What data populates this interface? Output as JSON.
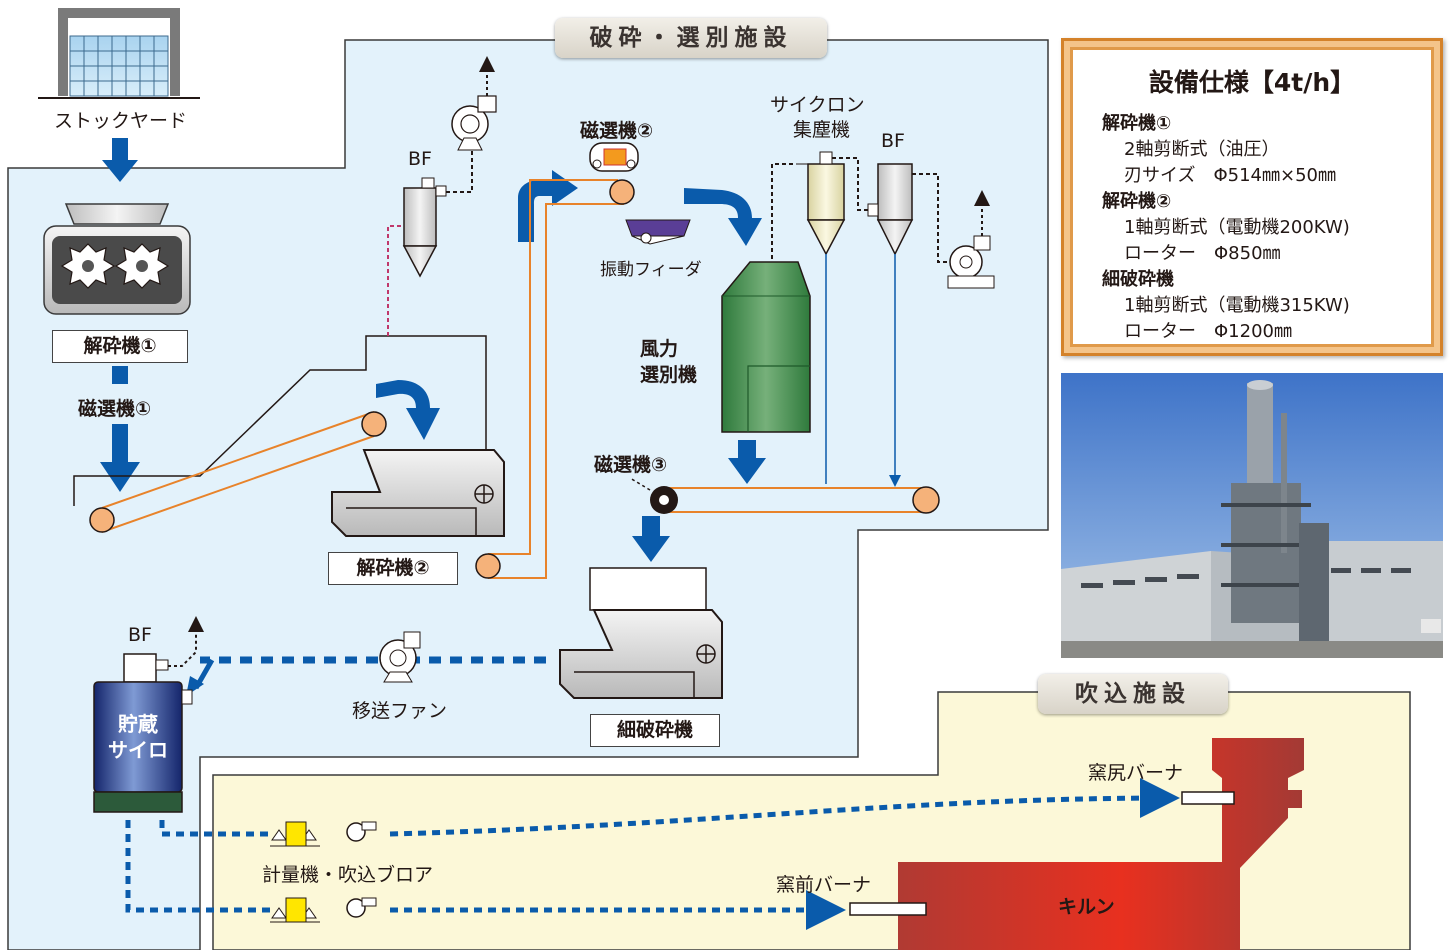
{
  "sections": {
    "crushing": "破砕・選別施設",
    "injection": "吹込施設"
  },
  "labels": {
    "stockyard": "ストックヤード",
    "bf_top": "BF",
    "bf_right": "BF",
    "bf_silo": "BF",
    "cyclone_line1": "サイクロン",
    "cyclone_line2": "集塵機",
    "magsep2": "磁選機②",
    "magsep1": "磁選機①",
    "magsep3": "磁選機③",
    "vibratory_feeder": "振動フィーダ",
    "wind_sep_line1": "風力",
    "wind_sep_line2": "選別機",
    "crusher1": "解砕機①",
    "crusher2": "解砕機②",
    "fine_crusher": "細破砕機",
    "transfer_fan": "移送ファン",
    "silo_line1": "貯蔵",
    "silo_line2": "サイロ",
    "meter_blower": "計量機・吹込ブロア",
    "kiln_tail_burner": "窯尻バーナ",
    "kiln_front_burner": "窯前バーナ",
    "kiln": "キルン"
  },
  "spec": {
    "title": "設備仕様【4t/h】",
    "items": [
      {
        "heading": "解砕機①",
        "line1": "2軸剪断式（油圧）",
        "line2": "刃サイズ　Φ514㎜×50㎜"
      },
      {
        "heading": "解砕機②",
        "line1": "1軸剪断式（電動機200KW)",
        "line2": "ローター　Φ850㎜"
      },
      {
        "heading": "細破砕機",
        "line1": "1軸剪断式（電動機315KW)",
        "line2": "ローター　Φ1200㎜"
      }
    ]
  },
  "colors": {
    "crushing_area": "#e3f2fb",
    "injection_area": "#fcf8d8",
    "flow_arrow": "#0a5bab",
    "conveyor": "#e8832a",
    "roller": "#f5b27a",
    "wind_separator": "#3f8f4e",
    "silo_body": "#1d3a8c",
    "kiln": "#d9322e",
    "spec_border": "#d4822a",
    "meter_box": "#ffe600"
  },
  "photo": {
    "subject": "plant-building-photo"
  }
}
